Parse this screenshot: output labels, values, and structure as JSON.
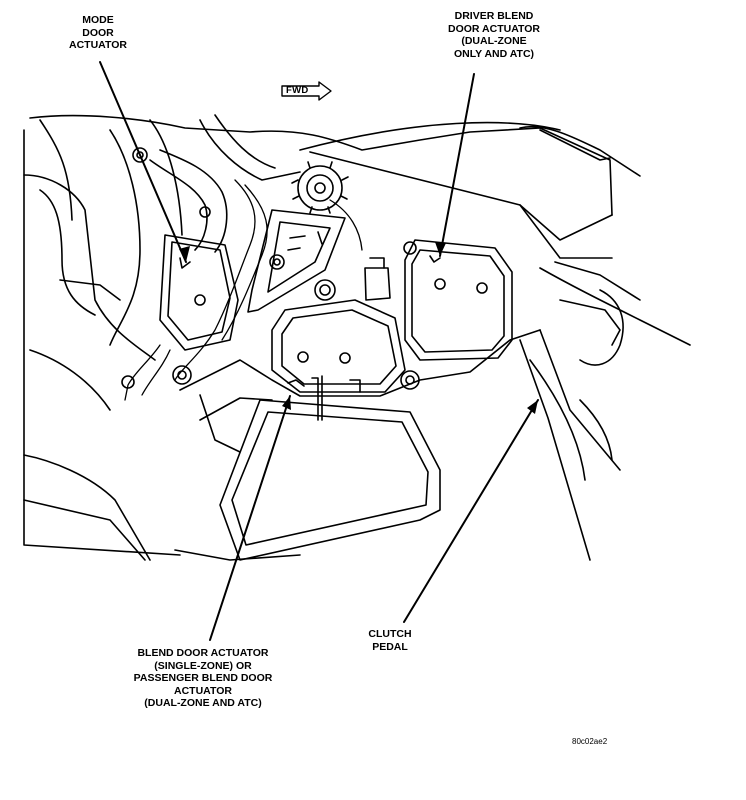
{
  "callouts": {
    "mode_door_actuator": [
      "MODE",
      "DOOR",
      "ACTUATOR"
    ],
    "driver_blend_door_actuator": [
      "DRIVER BLEND",
      "DOOR ACTUATOR",
      "(DUAL-ZONE",
      "ONLY AND ATC)"
    ],
    "blend_door_actuator": [
      "BLEND DOOR ACTUATOR",
      "(SINGLE-ZONE) OR",
      "PASSENGER BLEND DOOR",
      "ACTUATOR",
      "(DUAL-ZONE AND ATC)"
    ],
    "clutch_pedal": [
      "CLUTCH",
      "PEDAL"
    ]
  },
  "direction_arrow": {
    "label": "FWD",
    "icon": "forward-arrow-icon"
  },
  "figure_code": "80c02ae2"
}
